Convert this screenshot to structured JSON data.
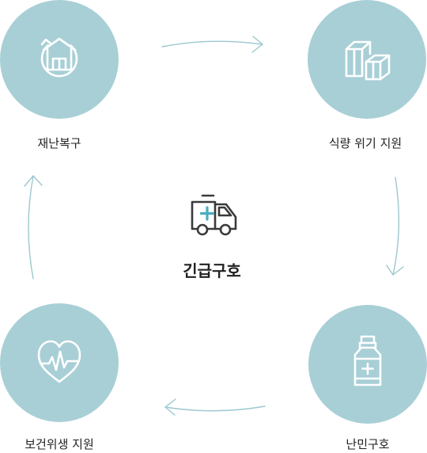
{
  "center": {
    "label": "긴급구호",
    "icon": "ambulance-icon"
  },
  "nodes": [
    {
      "id": "disaster-recovery",
      "label": "재난복구",
      "icon": "home-recovery-icon"
    },
    {
      "id": "food-crisis",
      "label": "식량 위기 지원",
      "icon": "boxes-icon"
    },
    {
      "id": "refugee-relief",
      "label": "난민구호",
      "icon": "medicine-bottle-icon"
    },
    {
      "id": "health-hygiene",
      "label": "보건위생 지원",
      "icon": "heart-pulse-icon"
    }
  ],
  "colors": {
    "circle_fill": "#a8cfd6",
    "arrow": "#9cc8d0",
    "text": "#222222",
    "cross_accent": "#4aaebf"
  }
}
